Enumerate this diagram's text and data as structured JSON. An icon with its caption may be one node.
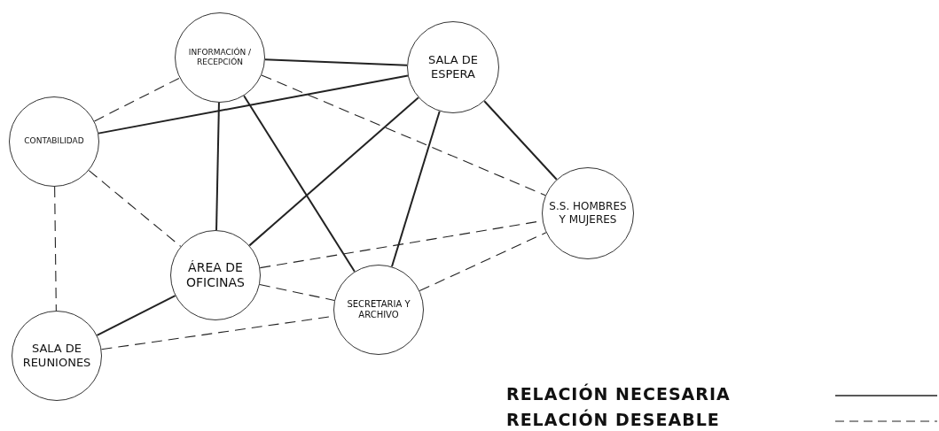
{
  "diagram": {
    "nodes": [
      {
        "text": [
          "INFORMACIÓN / RECEPCIÓN"
        ]
      },
      {
        "text": [
          "SALA DE ESPERA"
        ]
      },
      {
        "text": [
          "CONTABILIDAD"
        ]
      },
      {
        "text": [
          "S.S. HOMBRES Y MUJERES"
        ]
      },
      {
        "text": [
          "ÁREA DE OFICINAS"
        ]
      },
      {
        "text": [
          "SECRETARIA Y ARCHIVO"
        ]
      },
      {
        "text": [
          "SALA DE REUNIONES"
        ]
      }
    ],
    "edges": [
      {
        "from": 0,
        "to": 1,
        "arrow": "none"
      },
      {
        "from": 2,
        "to": 1,
        "arrow": "none"
      },
      {
        "from": 0,
        "to": 4,
        "arrow": "none"
      },
      {
        "from": 0,
        "to": 5,
        "arrow": "none"
      },
      {
        "from": 1,
        "to": 4,
        "arrow": "none"
      },
      {
        "from": 1,
        "to": 5,
        "arrow": "none"
      },
      {
        "from": 1,
        "to": 3,
        "arrow": "none"
      },
      {
        "from": 6,
        "to": 4,
        "arrow": "none"
      },
      {
        "from": 2,
        "to": 0,
        "arrow": "none",
        "style": "dashed"
      },
      {
        "from": 0,
        "to": 3,
        "arrow": "none",
        "style": "dashed"
      },
      {
        "from": 2,
        "to": 4,
        "arrow": "none",
        "style": "dashed"
      },
      {
        "from": 2,
        "to": 6,
        "arrow": "none",
        "style": "dashed"
      },
      {
        "from": 4,
        "to": 3,
        "arrow": "none",
        "style": "dashed"
      },
      {
        "from": 4,
        "to": 5,
        "arrow": "none",
        "style": "dashed"
      },
      {
        "from": 5,
        "to": 3,
        "arrow": "none",
        "style": "dashed"
      },
      {
        "from": 6,
        "to": 5,
        "arrow": "none",
        "style": "dashed"
      }
    ],
    "legend": [
      {
        "text": "RELACIÓN NECESARIA"
      },
      {
        "text": "RELACIÓN DESEABLE"
      }
    ]
  }
}
